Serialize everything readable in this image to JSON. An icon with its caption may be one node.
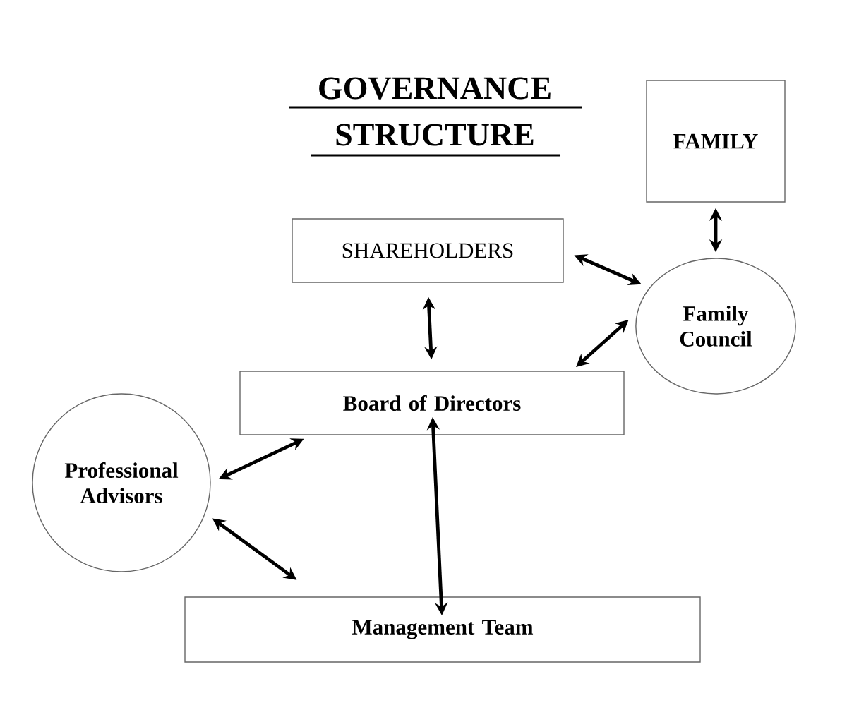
{
  "diagram": {
    "title": "GOVERNANCE STRUCTURE",
    "nodes": [
      {
        "text": [
          "FAMILY"
        ]
      },
      {
        "text": [
          "SHAREHOLDERS"
        ]
      },
      {
        "text": [
          "Family Council"
        ]
      },
      {
        "text": [
          "Board of Directors"
        ]
      },
      {
        "text": [
          "Professional Advisors"
        ]
      },
      {
        "text": [
          "Management Team"
        ]
      }
    ],
    "edges": [
      {
        "from": 0,
        "to": 2,
        "arrow": "both"
      },
      {
        "from": 1,
        "to": 2,
        "arrow": "both"
      },
      {
        "from": 3,
        "to": 2,
        "arrow": "both"
      },
      {
        "from": 1,
        "to": 3,
        "arrow": "both"
      },
      {
        "from": 4,
        "to": 3,
        "arrow": "both"
      },
      {
        "from": 4,
        "to": 5,
        "arrow": "both"
      },
      {
        "from": 3,
        "to": 5,
        "arrow": "both"
      }
    ]
  }
}
